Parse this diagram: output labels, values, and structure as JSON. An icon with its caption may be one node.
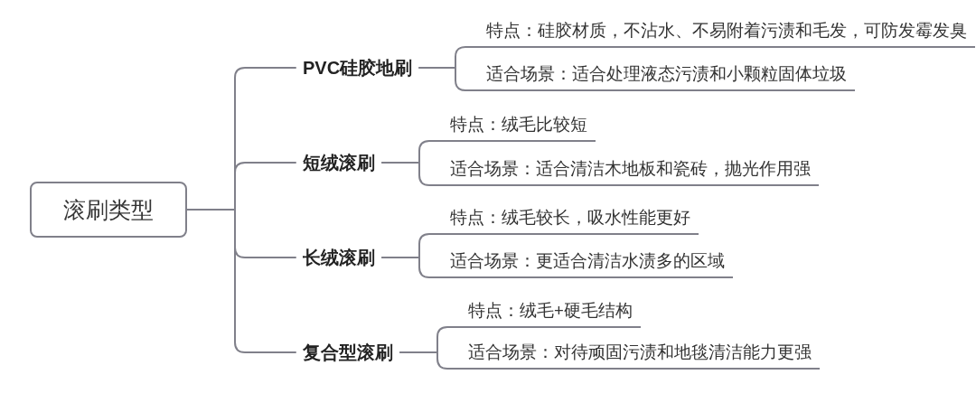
{
  "diagram": {
    "nodes": [
      {
        "text": [
          "滚刷类型"
        ]
      },
      {
        "text": [
          "PVC硅胶地刷"
        ]
      },
      {
        "text": [
          "特点：硅胶材质，不沾水、不易附着污渍和毛发，可防发霉发臭"
        ]
      },
      {
        "text": [
          "适合场景：适合处理液态污渍和小颗粒固体垃圾"
        ]
      },
      {
        "text": [
          "短绒滚刷"
        ]
      },
      {
        "text": [
          "特点：绒毛比较短"
        ]
      },
      {
        "text": [
          "适合场景：适合清洁木地板和瓷砖，抛光作用强"
        ]
      },
      {
        "text": [
          "长绒滚刷"
        ]
      },
      {
        "text": [
          "特点：绒毛较长，吸水性能更好"
        ]
      },
      {
        "text": [
          "适合场景：更适合清洁水渍多的区域"
        ]
      },
      {
        "text": [
          "复合型滚刷"
        ]
      },
      {
        "text": [
          "特点：绒毛+硬毛结构"
        ]
      },
      {
        "text": [
          "适合场景：对待顽固污渍和地毯清洁能力更强"
        ]
      }
    ],
    "edges": [
      {
        "from": 0,
        "to": 1,
        "arrow": "none"
      },
      {
        "from": 0,
        "to": 4,
        "arrow": "none"
      },
      {
        "from": 0,
        "to": 7,
        "arrow": "none"
      },
      {
        "from": 0,
        "to": 10,
        "arrow": "none"
      },
      {
        "from": 1,
        "to": 2,
        "arrow": "none"
      },
      {
        "from": 1,
        "to": 3,
        "arrow": "none"
      },
      {
        "from": 4,
        "to": 5,
        "arrow": "none"
      },
      {
        "from": 4,
        "to": 6,
        "arrow": "none"
      },
      {
        "from": 7,
        "to": 8,
        "arrow": "none"
      },
      {
        "from": 7,
        "to": 9,
        "arrow": "none"
      },
      {
        "from": 10,
        "to": 11,
        "arrow": "none"
      },
      {
        "from": 10,
        "to": 12,
        "arrow": "none"
      }
    ]
  }
}
